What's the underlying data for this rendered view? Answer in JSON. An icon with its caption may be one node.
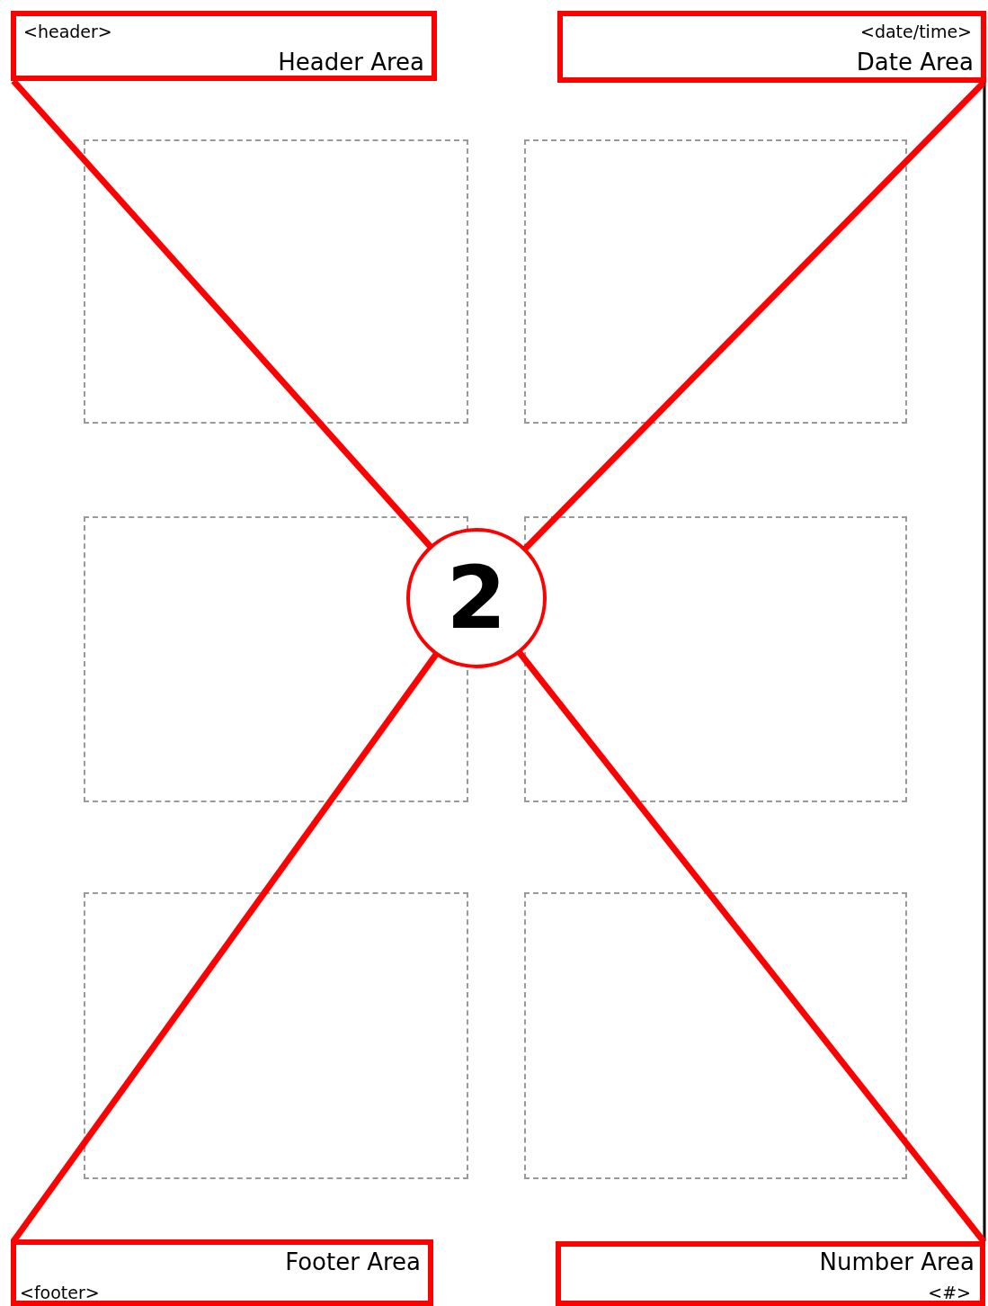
{
  "diagram": {
    "nodes": [
      {
        "text": [
          "<header>",
          "Header Area"
        ]
      },
      {
        "text": [
          "<date/time>",
          "Date Area"
        ]
      },
      {
        "text": [
          "Footer Area",
          "<footer>"
        ]
      },
      {
        "text": [
          "Number Area",
          "<#>"
        ]
      },
      {
        "text": [
          "2"
        ]
      }
    ],
    "edges": [
      {
        "from": 0,
        "to": 4,
        "arrow": "none"
      },
      {
        "from": 1,
        "to": 4,
        "arrow": "none"
      },
      {
        "from": 2,
        "to": 4,
        "arrow": "none"
      },
      {
        "from": 3,
        "to": 4,
        "arrow": "none"
      }
    ]
  }
}
